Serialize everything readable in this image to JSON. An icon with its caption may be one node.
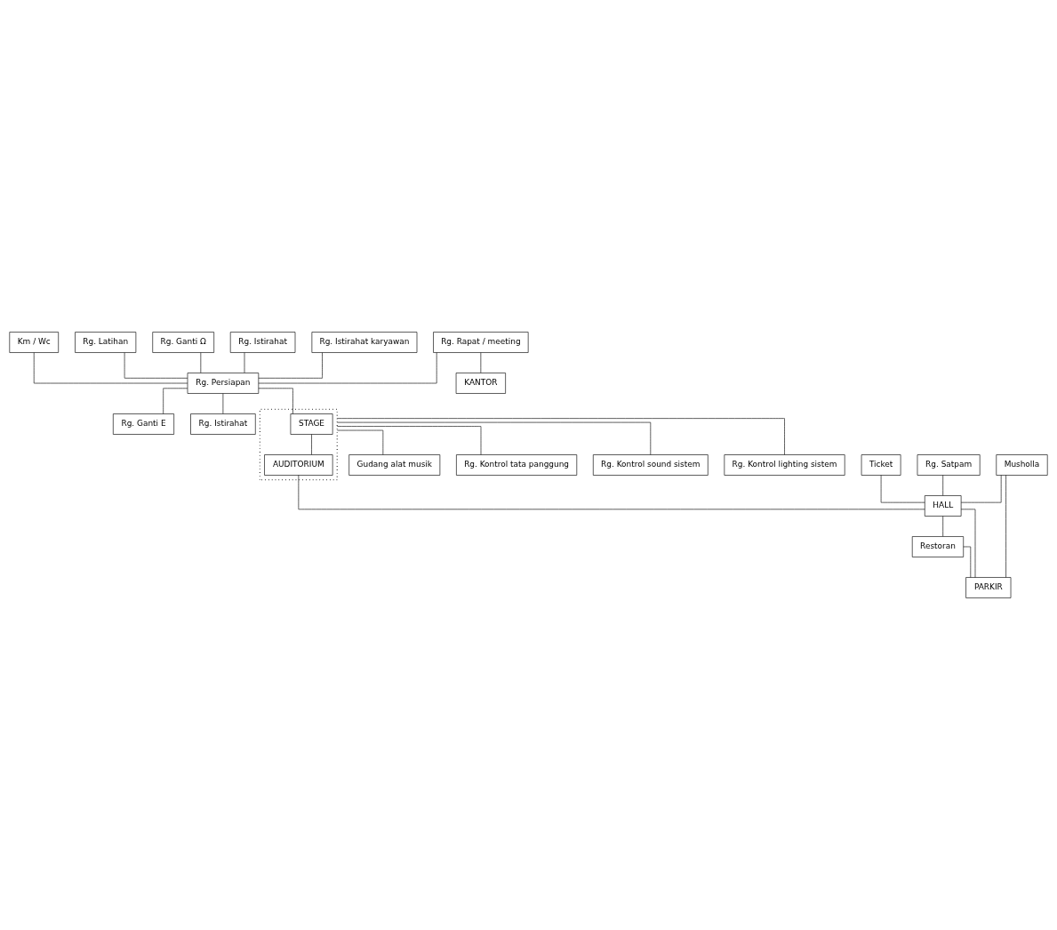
{
  "diagram": {
    "nodes": [
      {
        "text": [
          "Km / Wc"
        ]
      },
      {
        "text": [
          "Rg. Latihan"
        ]
      },
      {
        "text": [
          "Rg. Ganti Ω"
        ]
      },
      {
        "text": [
          "Rg. Ganti E"
        ]
      },
      {
        "text": [
          "Rg. Persiapan"
        ]
      },
      {
        "text": [
          "Rg. Istirahat"
        ]
      },
      {
        "text": [
          "Rg. Istirahat"
        ]
      },
      {
        "text": [
          "Rg. Istirahat karyawan"
        ]
      },
      {
        "text": [
          "Rg. Rapat / meeting"
        ]
      },
      {
        "text": [],
        "shape": "box"
      },
      {
        "text": [
          "STAGE"
        ],
        "in": 9
      },
      {
        "text": [
          "Gudang alat musik"
        ]
      },
      {
        "text": [
          "Rg. Kontrol tata panggung"
        ]
      },
      {
        "text": [
          "KANTOR"
        ]
      },
      {
        "text": [
          "AUDITORIUM"
        ],
        "in": 9
      },
      {
        "text": [
          "Rg. Kontrol sound sistem"
        ]
      },
      {
        "text": [
          "Rg. Kontrol lighting sistem"
        ]
      },
      {
        "text": [
          "Musholla"
        ]
      },
      {
        "text": [
          "Ticket"
        ]
      },
      {
        "text": [
          "Rg. Satpam"
        ]
      },
      {
        "text": [
          "HALL"
        ]
      },
      {
        "text": [
          "Restoran"
        ]
      },
      {
        "text": [
          "PARKIR"
        ]
      }
    ],
    "edges": [
      {
        "from": 0,
        "to": 4,
        "arrow": "none"
      },
      {
        "from": 1,
        "to": 4,
        "arrow": "none"
      },
      {
        "from": 2,
        "to": 4,
        "arrow": "none"
      },
      {
        "from": 5,
        "to": 4,
        "arrow": "none"
      },
      {
        "from": 4,
        "to": 3,
        "arrow": "none"
      },
      {
        "from": 4,
        "to": 6,
        "arrow": "none"
      },
      {
        "from": 4,
        "to": 10,
        "arrow": "none"
      },
      {
        "from": 10,
        "to": 14,
        "arrow": "none"
      },
      {
        "from": 7,
        "to": 4,
        "arrow": "none"
      },
      {
        "from": 8,
        "to": 4,
        "arrow": "none"
      },
      {
        "from": 8,
        "to": 13,
        "arrow": "none"
      },
      {
        "from": 9,
        "to": 11,
        "arrow": "none"
      },
      {
        "from": 9,
        "to": 12,
        "arrow": "none"
      },
      {
        "from": 9,
        "to": 15,
        "arrow": "none"
      },
      {
        "from": 9,
        "to": 16,
        "arrow": "none"
      },
      {
        "from": 14,
        "to": 20,
        "arrow": "none"
      },
      {
        "from": 17,
        "to": 20,
        "arrow": "none"
      },
      {
        "from": 18,
        "to": 20,
        "arrow": "none"
      },
      {
        "from": 19,
        "to": 20,
        "arrow": "none"
      },
      {
        "from": 20,
        "to": 21,
        "arrow": "none"
      },
      {
        "from": 20,
        "to": 22,
        "arrow": "none"
      },
      {
        "from": 17,
        "to": 22,
        "arrow": "none"
      },
      {
        "from": 21,
        "to": 22,
        "arrow": "none"
      }
    ]
  }
}
